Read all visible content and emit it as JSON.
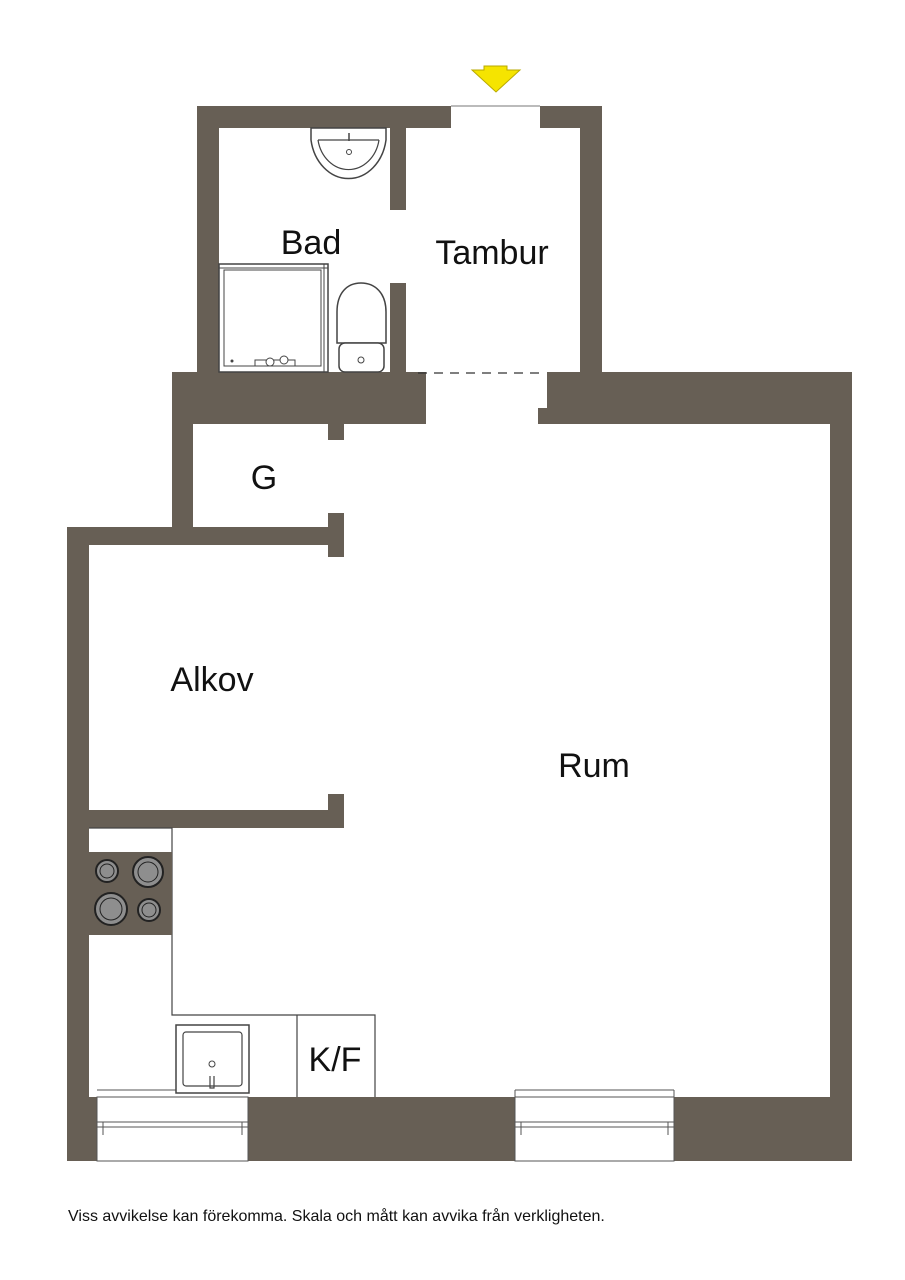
{
  "rooms": {
    "bad": "Bad",
    "tambur": "Tambur",
    "g": "G",
    "alkov": "Alkov",
    "rum": "Rum",
    "kf": "K/F"
  },
  "disclaimer": "Viss avvikelse kan förekomma. Skala och mått kan avvika från verkligheten.",
  "entrance_marker": "entrance-arrow-icon",
  "colors": {
    "wall": "#675f55",
    "entrance_arrow": "#f5e400"
  }
}
